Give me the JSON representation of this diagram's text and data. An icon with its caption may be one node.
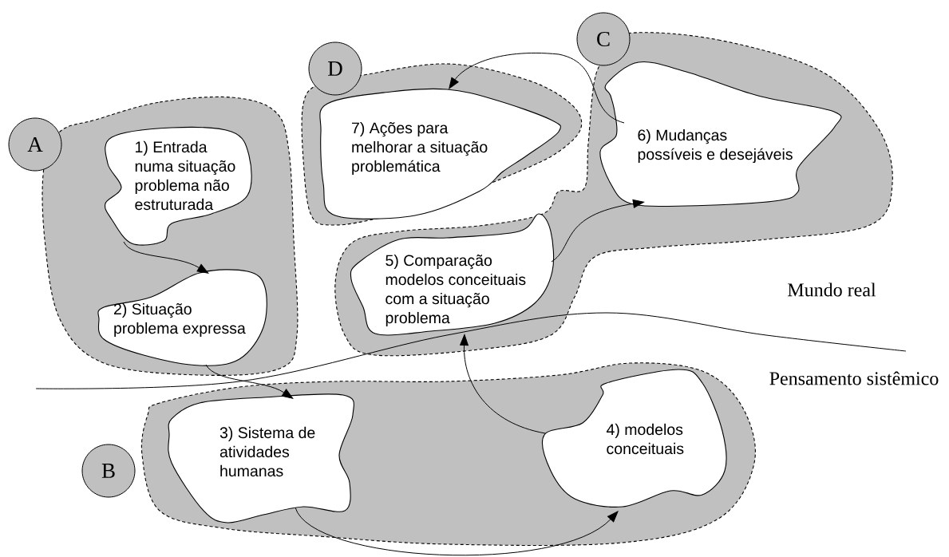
{
  "diagram": {
    "nodes": [
      {
        "text": [],
        "shape": "cloud"
      },
      {
        "text": [
          "A"
        ]
      },
      {
        "text": [
          "1) Entrada numa situação problema não estruturada"
        ],
        "in": 0
      },
      {
        "text": [
          "2) Situação problema expressa"
        ],
        "in": 0
      },
      {
        "text": [],
        "shape": "cloud"
      },
      {
        "text": [
          "B"
        ]
      },
      {
        "text": [
          "3) Sistema de atividades humanas"
        ],
        "in": 4
      },
      {
        "text": [
          "4) modelos conceituais"
        ],
        "in": 4
      },
      {
        "text": [],
        "shape": "cloud"
      },
      {
        "text": [
          "C"
        ]
      },
      {
        "text": [
          "5) Comparação modelos conceituais com a situação problema"
        ],
        "in": 8
      },
      {
        "text": [
          "6) Mudanças possíveis e desejáveis"
        ],
        "in": 8
      },
      {
        "text": [],
        "shape": "cloud"
      },
      {
        "text": [
          "D"
        ]
      },
      {
        "text": [
          "7) Ações para melhorar a situação problemática"
        ],
        "in": 12
      }
    ],
    "edges": [
      {
        "from": 2,
        "to": 3,
        "arrow": "to"
      },
      {
        "from": 3,
        "to": 6,
        "arrow": "to"
      },
      {
        "from": 6,
        "to": 7,
        "arrow": "to"
      },
      {
        "from": 7,
        "to": 10,
        "arrow": "to"
      },
      {
        "from": 10,
        "to": 11,
        "arrow": "to"
      },
      {
        "from": 11,
        "to": 14,
        "arrow": "to"
      }
    ],
    "labels": [
      "Mundo real",
      "Pensamento sistêmico"
    ]
  }
}
